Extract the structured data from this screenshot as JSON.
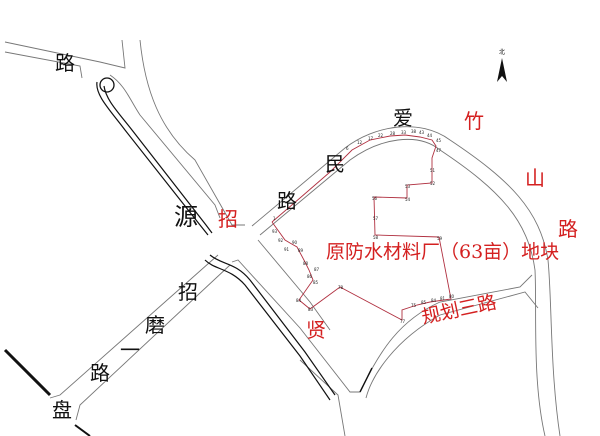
{
  "map": {
    "north_label": "北",
    "north_icon": "north-arrow-icon",
    "parcel_label": "原防水材料厂（63亩）地块",
    "parcel_color": "#b03040",
    "label_color": "#d42020",
    "road_labels": {
      "lu_topleft": "路",
      "ai": "爱",
      "min": "民",
      "lu_aimin": "路",
      "zhu": "竹",
      "shan": "山",
      "lu_zhushan": "路",
      "yuan": "源",
      "zhao_red": "招",
      "zhao": "招",
      "mo": "磨",
      "yi": "一",
      "lu_zhaomo": "路",
      "pan": "盘",
      "xian": "贤",
      "planned_road": "规划三路"
    },
    "point_labels": [
      "1",
      "6",
      "12",
      "17",
      "22",
      "28",
      "33",
      "38",
      "43",
      "44",
      "45",
      "47",
      "51",
      "52",
      "53",
      "54",
      "56",
      "57",
      "58",
      "59",
      "80",
      "81",
      "84",
      "85",
      "75",
      "77",
      "78",
      "83",
      "84",
      "85",
      "86",
      "87",
      "88",
      "89",
      "90",
      "91",
      "92",
      "93"
    ]
  }
}
